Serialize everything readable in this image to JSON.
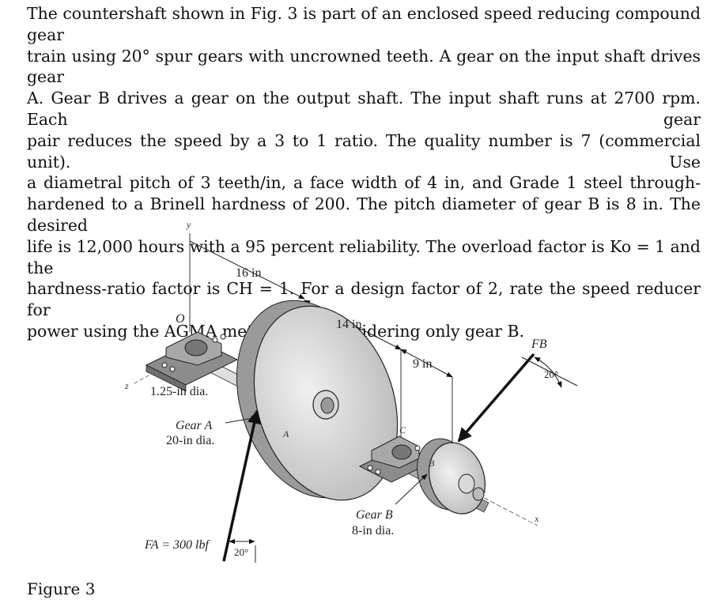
{
  "problem": {
    "lines": [
      "The countershaft shown in Fig. 3 is part of an enclosed speed reducing compound gear",
      "train using 20° spur gears with uncrowned teeth. A gear on the input shaft drives gear",
      "A. Gear B drives a gear on the output shaft. The input shaft runs at 2700 rpm. Each gear",
      "pair reduces the speed by a 3 to 1 ratio. The quality number is 7 (commercial unit). Use",
      "a diametral pitch of 3 teeth/in, a face width of 4 in, and Grade 1 steel through-",
      "hardened to a Brinell hardness of 200. The pitch diameter of gear B is 8 in. The desired",
      "life is 12,000 hours with a 95 percent reliability. The overload factor is Ko = 1 and the",
      "hardness-ratio factor is CH = 1. For a design factor of 2, rate the speed reducer for",
      "power using the AGMA method and considering only gear B."
    ]
  },
  "figure": {
    "axis_y": "y",
    "axis_z": "z",
    "axis_x": "x",
    "origin": "O",
    "dim_16": "16 in",
    "dim_14": "14 in",
    "dim_9": "9 in",
    "shaft_dia": "1.25-in dia.",
    "gear_a_name": "Gear A",
    "gear_a_dia": "20-in dia.",
    "gear_a_letter": "A",
    "bearing_c": "C",
    "gear_b_letter": "B",
    "gear_b_name": "Gear B",
    "gear_b_dia": "8-in dia.",
    "force_a": "FA = 300 lbf",
    "force_b": "FB",
    "angle_a": "20°",
    "angle_b": "20°"
  },
  "caption": "Figure 3"
}
